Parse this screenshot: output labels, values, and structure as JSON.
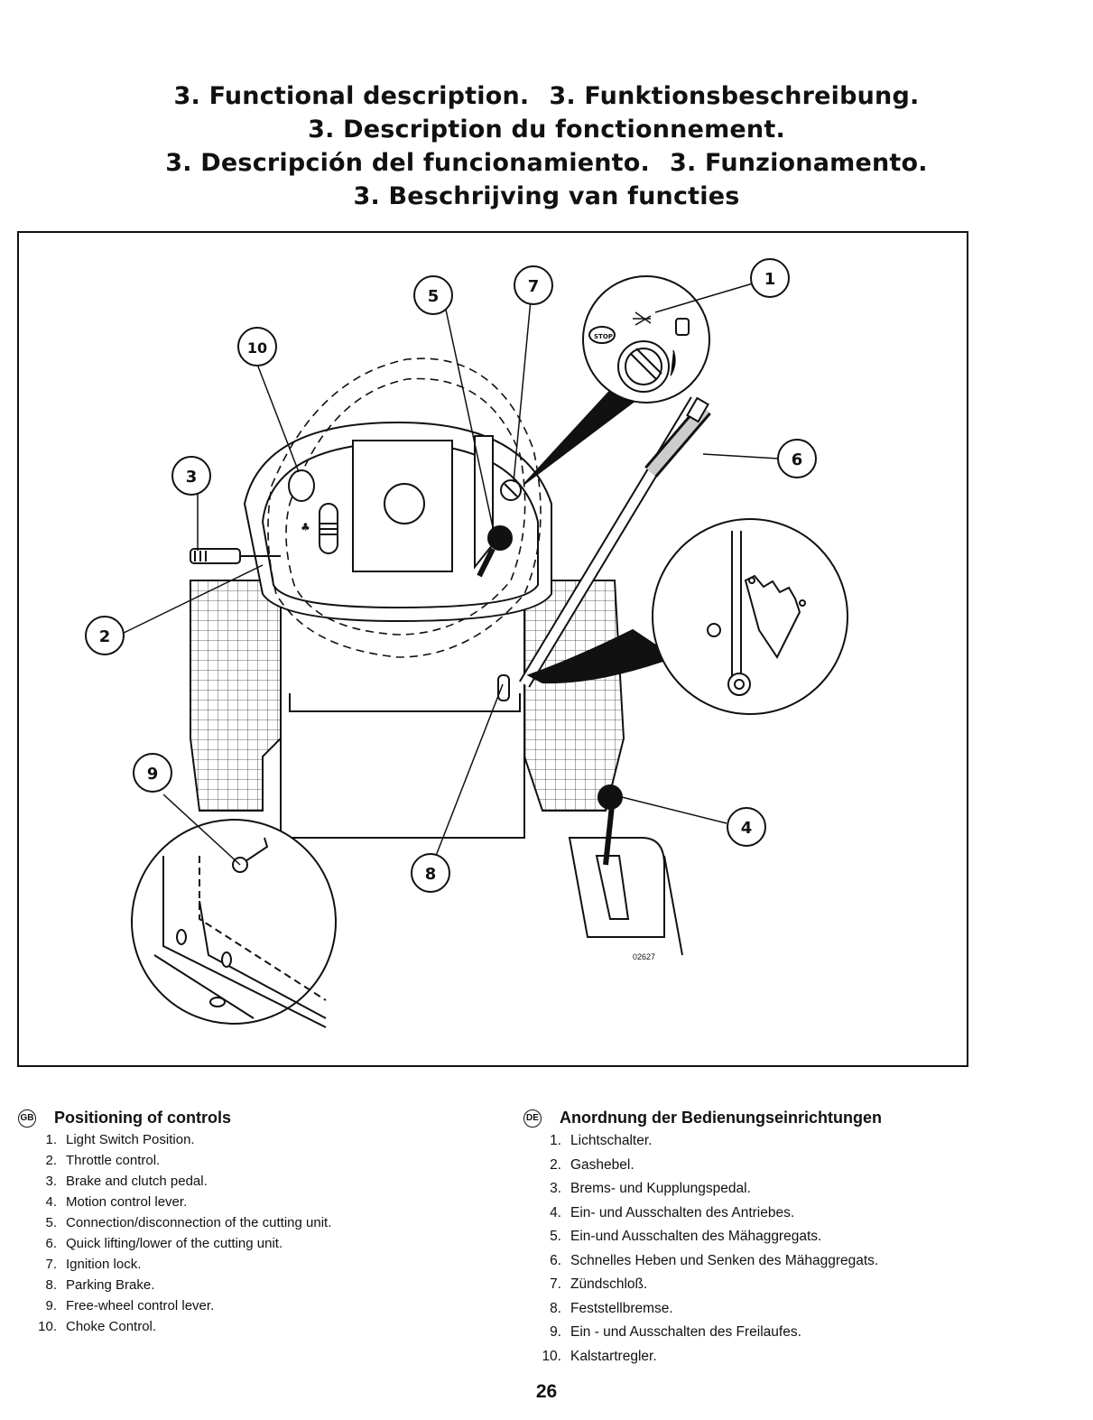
{
  "titles": [
    [
      "3. Functional description.",
      "3. Funktionsbeschreibung."
    ],
    [
      "3. Description du fonctionnement."
    ],
    [
      "3. Descripción del funcionamiento.",
      "3. Funzionamento."
    ],
    [
      "3. Beschrijving van functies"
    ]
  ],
  "figure": {
    "callouts": [
      "1",
      "2",
      "3",
      "4",
      "5",
      "6",
      "7",
      "8",
      "9",
      "10"
    ],
    "drawing_number": "02627",
    "key_stop_label": "STOP"
  },
  "legend_gb": {
    "flag": "GB",
    "heading": "Positioning of controls",
    "items": [
      {
        "num": "1.",
        "text": "Light Switch Position."
      },
      {
        "num": "2.",
        "text": "Throttle control."
      },
      {
        "num": "3.",
        "text": "Brake and clutch pedal."
      },
      {
        "num": "4.",
        "text": "Motion control lever."
      },
      {
        "num": "5.",
        "text": "Connection/disconnection of the cutting unit."
      },
      {
        "num": "6.",
        "text": "Quick lifting/lower of the cutting unit."
      },
      {
        "num": "7.",
        "text": "Ignition lock."
      },
      {
        "num": "8.",
        "text": "Parking Brake."
      },
      {
        "num": "9.",
        "text": "Free-wheel control lever."
      },
      {
        "num": "10.",
        "text": "Choke Control."
      }
    ]
  },
  "legend_de": {
    "flag": "DE",
    "heading": "Anordnung der Bedienungseinrichtungen",
    "items": [
      {
        "num": "1.",
        "text": "Lichtschalter."
      },
      {
        "num": "2.",
        "text": "Gashebel."
      },
      {
        "num": "3.",
        "text": "Brems- und Kupplungspedal."
      },
      {
        "num": "4.",
        "text": "Ein- und Ausschalten des Antriebes."
      },
      {
        "num": "5.",
        "text": "Ein-und Ausschalten des Mähaggregats."
      },
      {
        "num": "6.",
        "text": "Schnelles Heben und Senken des Mähaggregats."
      },
      {
        "num": "7.",
        "text": "Zündschloß."
      },
      {
        "num": "8.",
        "text": "Feststellbremse."
      },
      {
        "num": "9.",
        "text": "Ein - und Ausschalten des Freilaufes."
      },
      {
        "num": "10.",
        "text": "Kalstartregler."
      }
    ]
  },
  "page_number": "26"
}
